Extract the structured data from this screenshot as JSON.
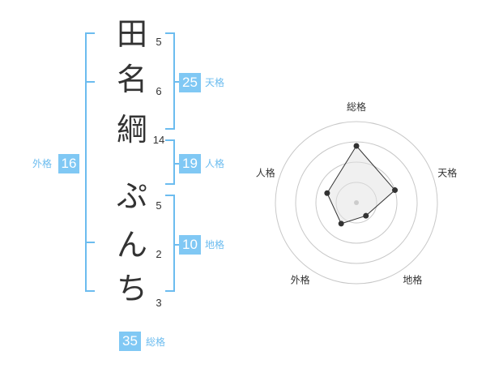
{
  "name": {
    "chars": [
      {
        "char": "田",
        "strokes": "5"
      },
      {
        "char": "名",
        "strokes": "6"
      },
      {
        "char": "綱",
        "strokes": "14"
      },
      {
        "char": "ぷ",
        "strokes": "5"
      },
      {
        "char": "ん",
        "strokes": "2"
      },
      {
        "char": "ち",
        "strokes": "3"
      }
    ]
  },
  "fortune": {
    "ten": {
      "value": "25",
      "label": "天格"
    },
    "jin": {
      "value": "19",
      "label": "人格"
    },
    "chi": {
      "value": "10",
      "label": "地格"
    },
    "gai": {
      "value": "16",
      "label": "外格"
    },
    "sou": {
      "value": "35",
      "label": "総格"
    }
  },
  "colors": {
    "accent": "#80c8f4",
    "bracket": "#6cbcef"
  },
  "chart_data": {
    "type": "radar",
    "axes": [
      "総格",
      "天格",
      "地格",
      "外格",
      "人格"
    ],
    "values": [
      35,
      25,
      10,
      16,
      19
    ],
    "rings": 4,
    "range": [
      0,
      50
    ]
  }
}
